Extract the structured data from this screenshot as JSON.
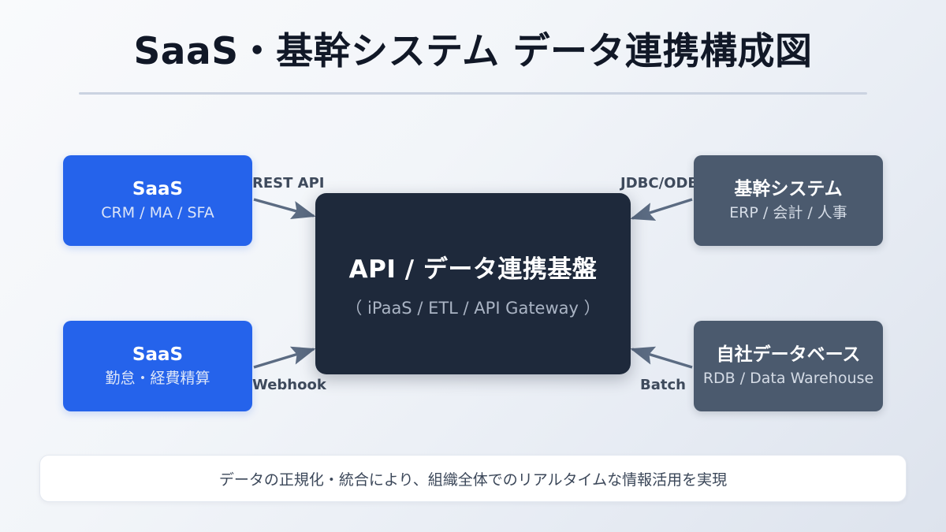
{
  "header": {
    "title": "SaaS・基幹システム データ連携構成図"
  },
  "diagram": {
    "hub": {
      "title": "API / データ連携基盤",
      "subtitle": "（ iPaaS / ETL / API Gateway ）"
    },
    "nodes": [
      {
        "id": "saas-crm",
        "title": "SaaS",
        "subtitle": "CRM / MA / SFA",
        "color": "#2563EB"
      },
      {
        "id": "saas-hr",
        "title": "SaaS",
        "subtitle": "勤怠・経費精算",
        "color": "#2563EB"
      },
      {
        "id": "core-erp",
        "title": "基幹システム",
        "subtitle": "ERP / 会計 / 人事",
        "color": "#4B5A6E"
      },
      {
        "id": "core-db",
        "title": "自社データベース",
        "subtitle": "RDB / Data Warehouse",
        "color": "#4B5A6E"
      }
    ],
    "edges": [
      {
        "id": "rest-api",
        "label": "REST API",
        "from": "saas-crm",
        "to": "hub"
      },
      {
        "id": "webhook",
        "label": "Webhook",
        "from": "saas-hr",
        "to": "hub"
      },
      {
        "id": "jdbc",
        "label": "JDBC/ODBC",
        "from": "core-erp",
        "to": "hub"
      },
      {
        "id": "batch",
        "label": "Batch",
        "from": "core-db",
        "to": "hub"
      }
    ]
  },
  "footer": {
    "note": "データの正規化・統合により、組織全体でのリアルタイムな情報活用を実現"
  },
  "colors": {
    "accent_blue": "#2563EB",
    "slate": "#4B5A6E",
    "hub_navy": "#1E293B",
    "arrow": "#5B6B82",
    "divider": "#CBD3E1"
  }
}
